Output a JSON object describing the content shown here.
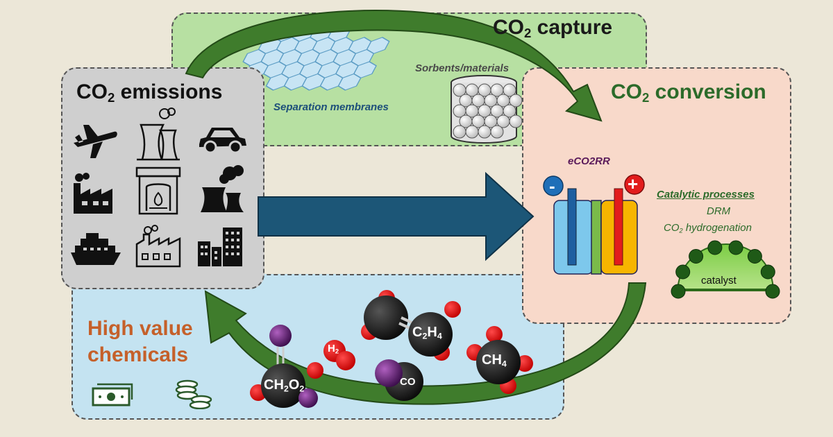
{
  "capture": {
    "co": "CO",
    "sub": "2",
    "rest": " capture",
    "membranes": "Separation membranes",
    "sorbents": "Sorbents/materials"
  },
  "emissions": {
    "co": "CO",
    "sub": "2",
    "rest": " emissions"
  },
  "conversion": {
    "co": "CO",
    "sub": "2",
    "rest": " conversion",
    "eco2rr": "eCO2RR",
    "minus": "-",
    "plus": "+",
    "catalytic": "Catalytic processes",
    "drm": "DRM",
    "hydro_co": "CO",
    "hydro_sub": "2",
    "hydro_rest": " hydrogenation",
    "catalyst": "catalyst"
  },
  "chemicals": {
    "title_line1": "High value",
    "title_line2": "chemicals",
    "molecules": {
      "c2h4": [
        "C",
        "2",
        "H",
        "4"
      ],
      "h2": [
        "H",
        "2"
      ],
      "co": "CO",
      "ch4": [
        "CH",
        "4"
      ],
      "ch2o2": [
        "CH",
        "2",
        "O",
        "2"
      ]
    }
  },
  "icons": [
    "airplane-icon",
    "power-plant-icon",
    "car-icon",
    "factory-icon",
    "fireplace-icon",
    "cooling-tower-icon",
    "ship-icon",
    "factory-outline-icon",
    "city-buildings-icon",
    "banknote-icon",
    "coins-icon"
  ],
  "colors": {
    "capture_bg": "#b7e0a2",
    "chem_bg": "#c4e3f1",
    "emissions_bg": "#cfcfcf",
    "conversion_bg": "#f8d9ca",
    "arrow_green": "#3f7c2c",
    "arrow_blue": "#1c5677",
    "chem_title": "#c5602a"
  }
}
